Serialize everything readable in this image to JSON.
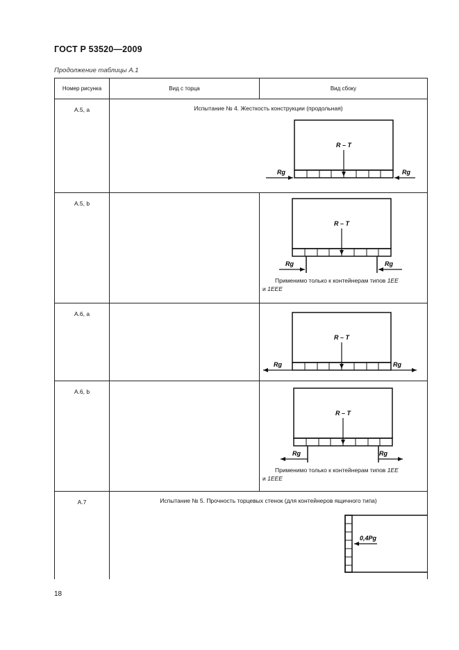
{
  "document": {
    "title": "ГОСТ Р 53520—2009",
    "caption": "Продолжение таблицы А.1",
    "page_number": "18"
  },
  "table": {
    "headers": [
      "Номер рисунка",
      "Вид с торца",
      "Вид сбоку"
    ],
    "rows": [
      {
        "num": "А.5, а",
        "test": "Испытание № 4. Жесткость конструкции (продольная)",
        "labels": {
          "load": "R – T",
          "left": "Rg",
          "right": "Rg"
        }
      },
      {
        "num": "А.5, b",
        "labels": {
          "load": "R – T",
          "left": "Rg",
          "right": "Rg"
        },
        "note": {
          "text": "Применимо только к контейнерам типов",
          "type1": "1ЕЕ",
          "conj": "и",
          "type2": "1ЕЕЕ"
        }
      },
      {
        "num": "А.6, а",
        "labels": {
          "load": "R – T",
          "left": "Rg",
          "right": "Rg"
        }
      },
      {
        "num": "А.6, b",
        "labels": {
          "load": "R – T",
          "left": "Rg",
          "right": "Rg"
        },
        "note": {
          "text": "Применимо только к контейнерам типов",
          "type1": "1ЕЕ",
          "conj": "и",
          "type2": "1ЕЕЕ"
        }
      },
      {
        "num": "А.7",
        "test": "Испытание № 5. Прочность торцевых стенок (для контейнеров ящичного типа)",
        "labels": {
          "load": "0,4Pg"
        }
      }
    ]
  }
}
